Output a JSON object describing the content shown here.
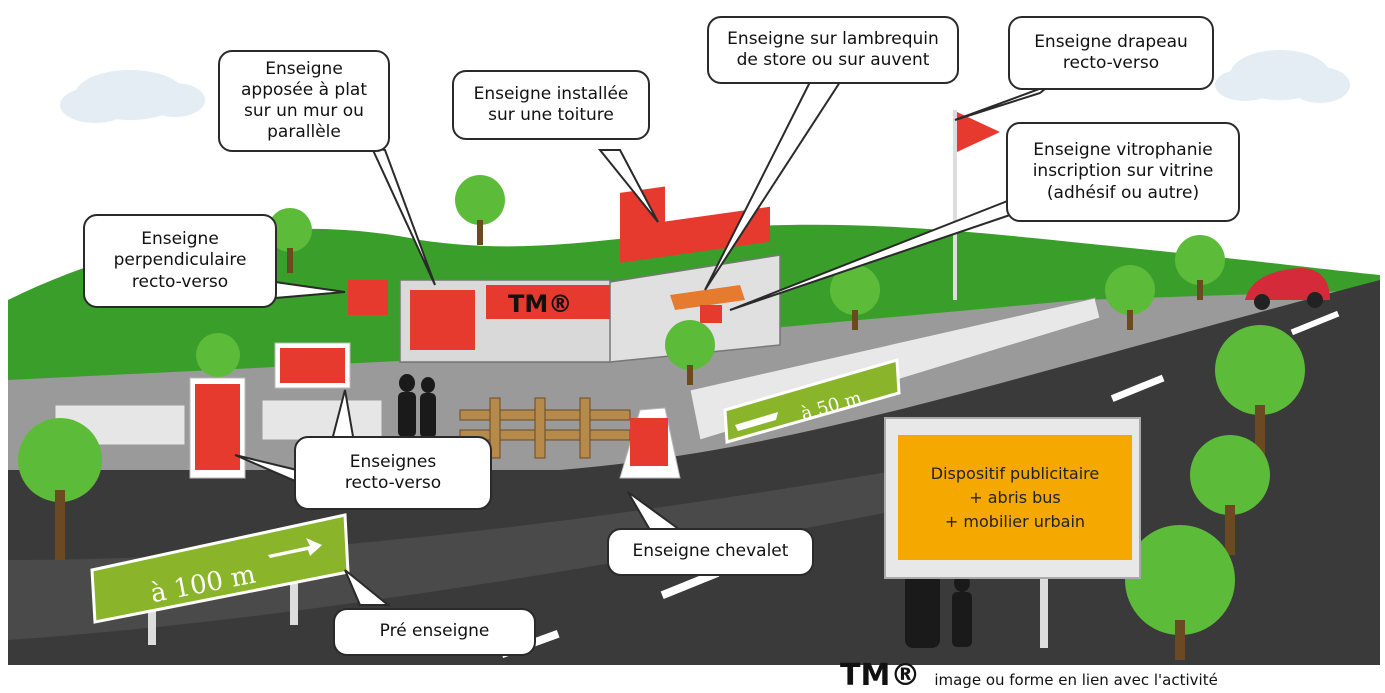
{
  "labels": {
    "mur": "Enseigne\napposée à plat\nsur un mur ou\nparallèle",
    "toiture": "Enseigne installée\nsur une toiture",
    "lambrequin": "Enseigne sur lambrequin\nde store ou sur auvent",
    "drapeau": "Enseigne drapeau\nrecto-verso",
    "vitrophanie": "Enseigne vitrophanie\ninscription sur vitrine\n(adhésif ou autre)",
    "perpendiculaire": "Enseigne\nperpendiculaire\nrecto-verso",
    "recto_verso": "Enseignes\nrecto-verso",
    "chevalet": "Enseigne chevalet",
    "pre_enseigne": "Pré enseigne"
  },
  "building_sign": "TM®",
  "billboard": {
    "line1": "Dispositif publicitaire",
    "line2": "+ abris bus",
    "line3": "+ mobilier urbain"
  },
  "road_signs": {
    "sign_100": "à 100 m",
    "sign_50": "à 50 m"
  },
  "legend": {
    "symbol": "TM®",
    "text": "image ou forme en lien avec l'activité"
  },
  "colors": {
    "sign_red": "#e63a2e",
    "hill_green": "#3a9e2a",
    "road_gray": "#3a3a3a",
    "billboard_orange": "#f5a800",
    "road_sign_green": "#8ab52a"
  }
}
